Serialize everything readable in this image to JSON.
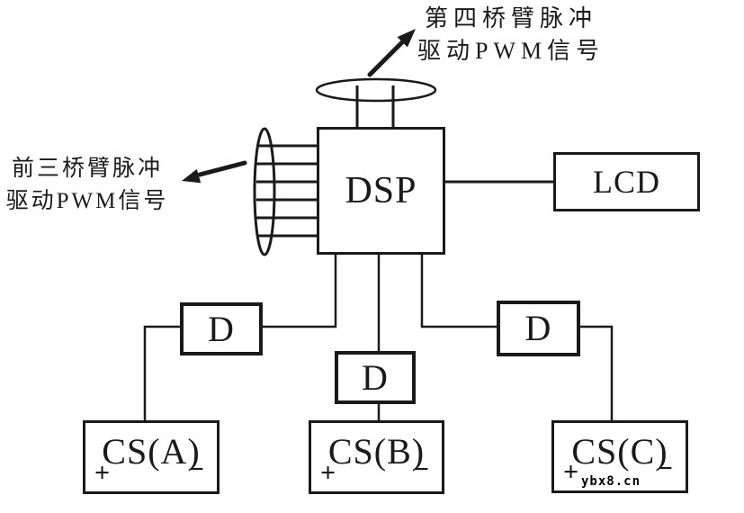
{
  "diagram": {
    "colors": {
      "ink": "#1a1a1a",
      "background": "#ffffff"
    },
    "annotations": {
      "top": {
        "line1": "第四桥臂脉冲",
        "line2": "驱动PWM信号"
      },
      "left": {
        "line1": "前三桥臂脉冲",
        "line2": "驱动PWM信号"
      }
    },
    "blocks": {
      "dsp": {
        "label": "DSP"
      },
      "lcd": {
        "label": "LCD"
      },
      "driver_a": {
        "label": "D"
      },
      "driver_b": {
        "label": "D"
      },
      "driver_c": {
        "label": "D"
      },
      "cs_a": {
        "label": "CS(A)",
        "plus": "+",
        "minus": "−"
      },
      "cs_b": {
        "label": "CS(B)",
        "plus": "+",
        "minus": "−"
      },
      "cs_c": {
        "label": "CS(C)",
        "plus": "+",
        "minus": "−"
      }
    },
    "watermark": "ybx8.cn"
  }
}
